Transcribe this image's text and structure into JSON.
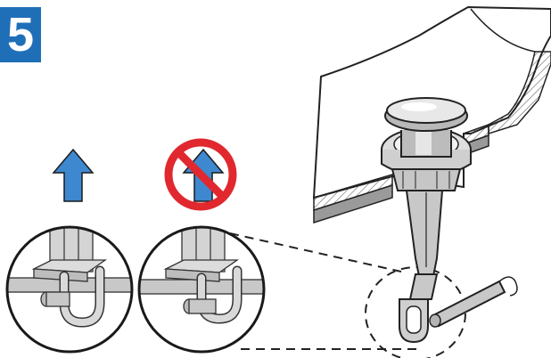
{
  "step": {
    "number": "5",
    "badge_color": "#1f6fb8"
  },
  "arrows": {
    "color": "#3d88cf"
  },
  "prohibited": {
    "color": "#e0282e"
  },
  "icons": [
    "up-arrow-icon",
    "prohibited-icon"
  ],
  "panels": [
    "correct-clip-detail",
    "incorrect-clip-detail",
    "sink-drain-stopper"
  ]
}
